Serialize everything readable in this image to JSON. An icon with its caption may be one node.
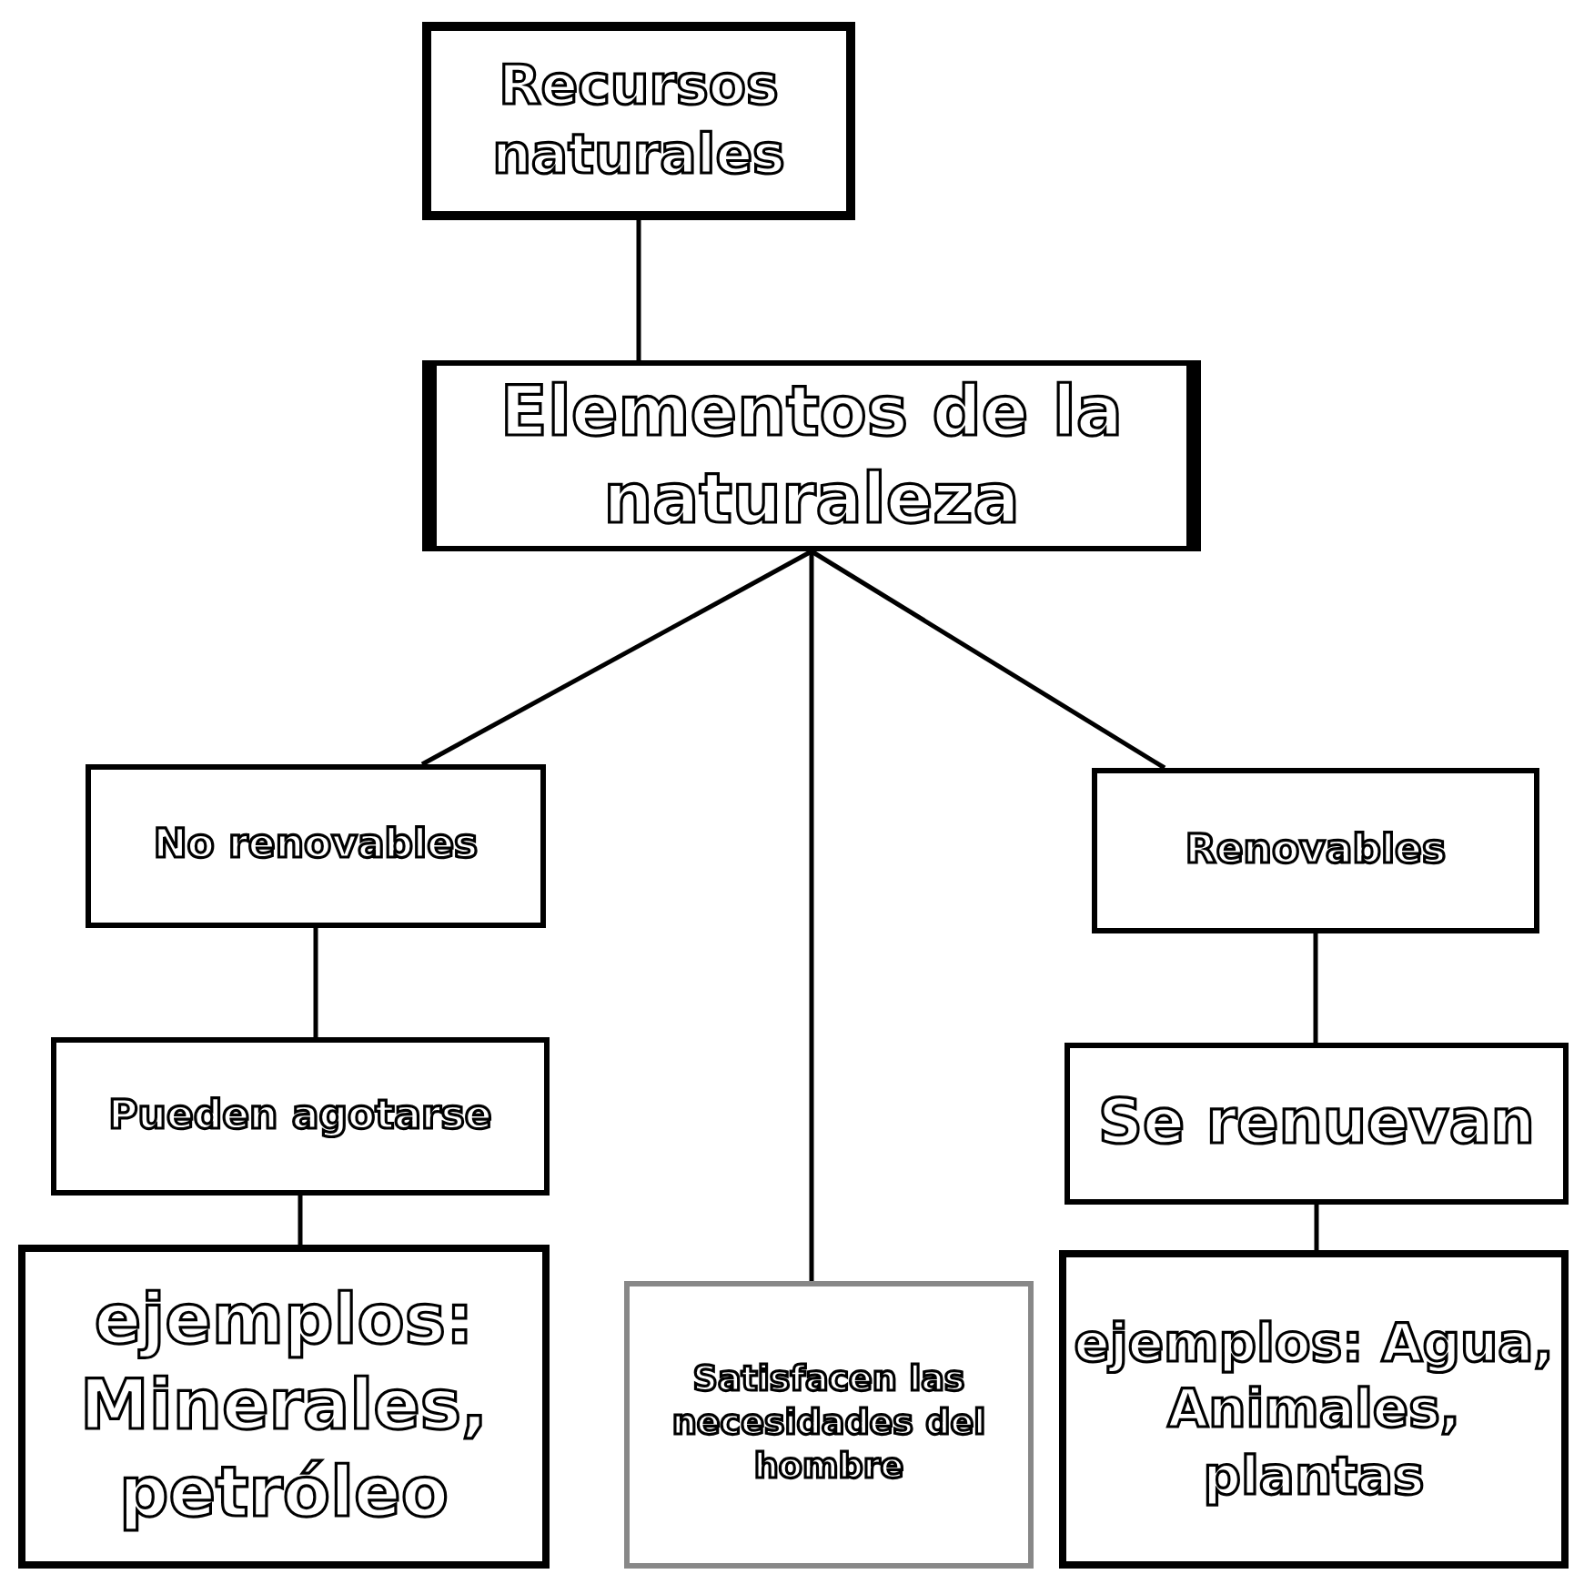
{
  "diagram": {
    "nodes": [
      {
        "text": [
          "Recursos naturales"
        ]
      },
      {
        "text": [
          "Elementos de la naturaleza"
        ]
      },
      {
        "text": [
          "No renovables"
        ]
      },
      {
        "text": [
          "Renovables"
        ]
      },
      {
        "text": [
          "Pueden agotarse"
        ]
      },
      {
        "text": [
          "Se renuevan"
        ]
      },
      {
        "text": [
          "ejemplos: Minerales, petróleo"
        ]
      },
      {
        "text": [
          "Satisfacen las necesidades del hombre"
        ]
      },
      {
        "text": [
          "ejemplos: Agua, Animales, plantas"
        ]
      }
    ],
    "edges": [
      {
        "from": 0,
        "to": 1,
        "arrow": "none"
      },
      {
        "from": 1,
        "to": 2,
        "arrow": "none"
      },
      {
        "from": 1,
        "to": 7,
        "arrow": "none"
      },
      {
        "from": 1,
        "to": 3,
        "arrow": "none"
      },
      {
        "from": 2,
        "to": 4,
        "arrow": "none"
      },
      {
        "from": 4,
        "to": 6,
        "arrow": "none"
      },
      {
        "from": 3,
        "to": 5,
        "arrow": "none"
      },
      {
        "from": 5,
        "to": 8,
        "arrow": "none"
      }
    ]
  }
}
